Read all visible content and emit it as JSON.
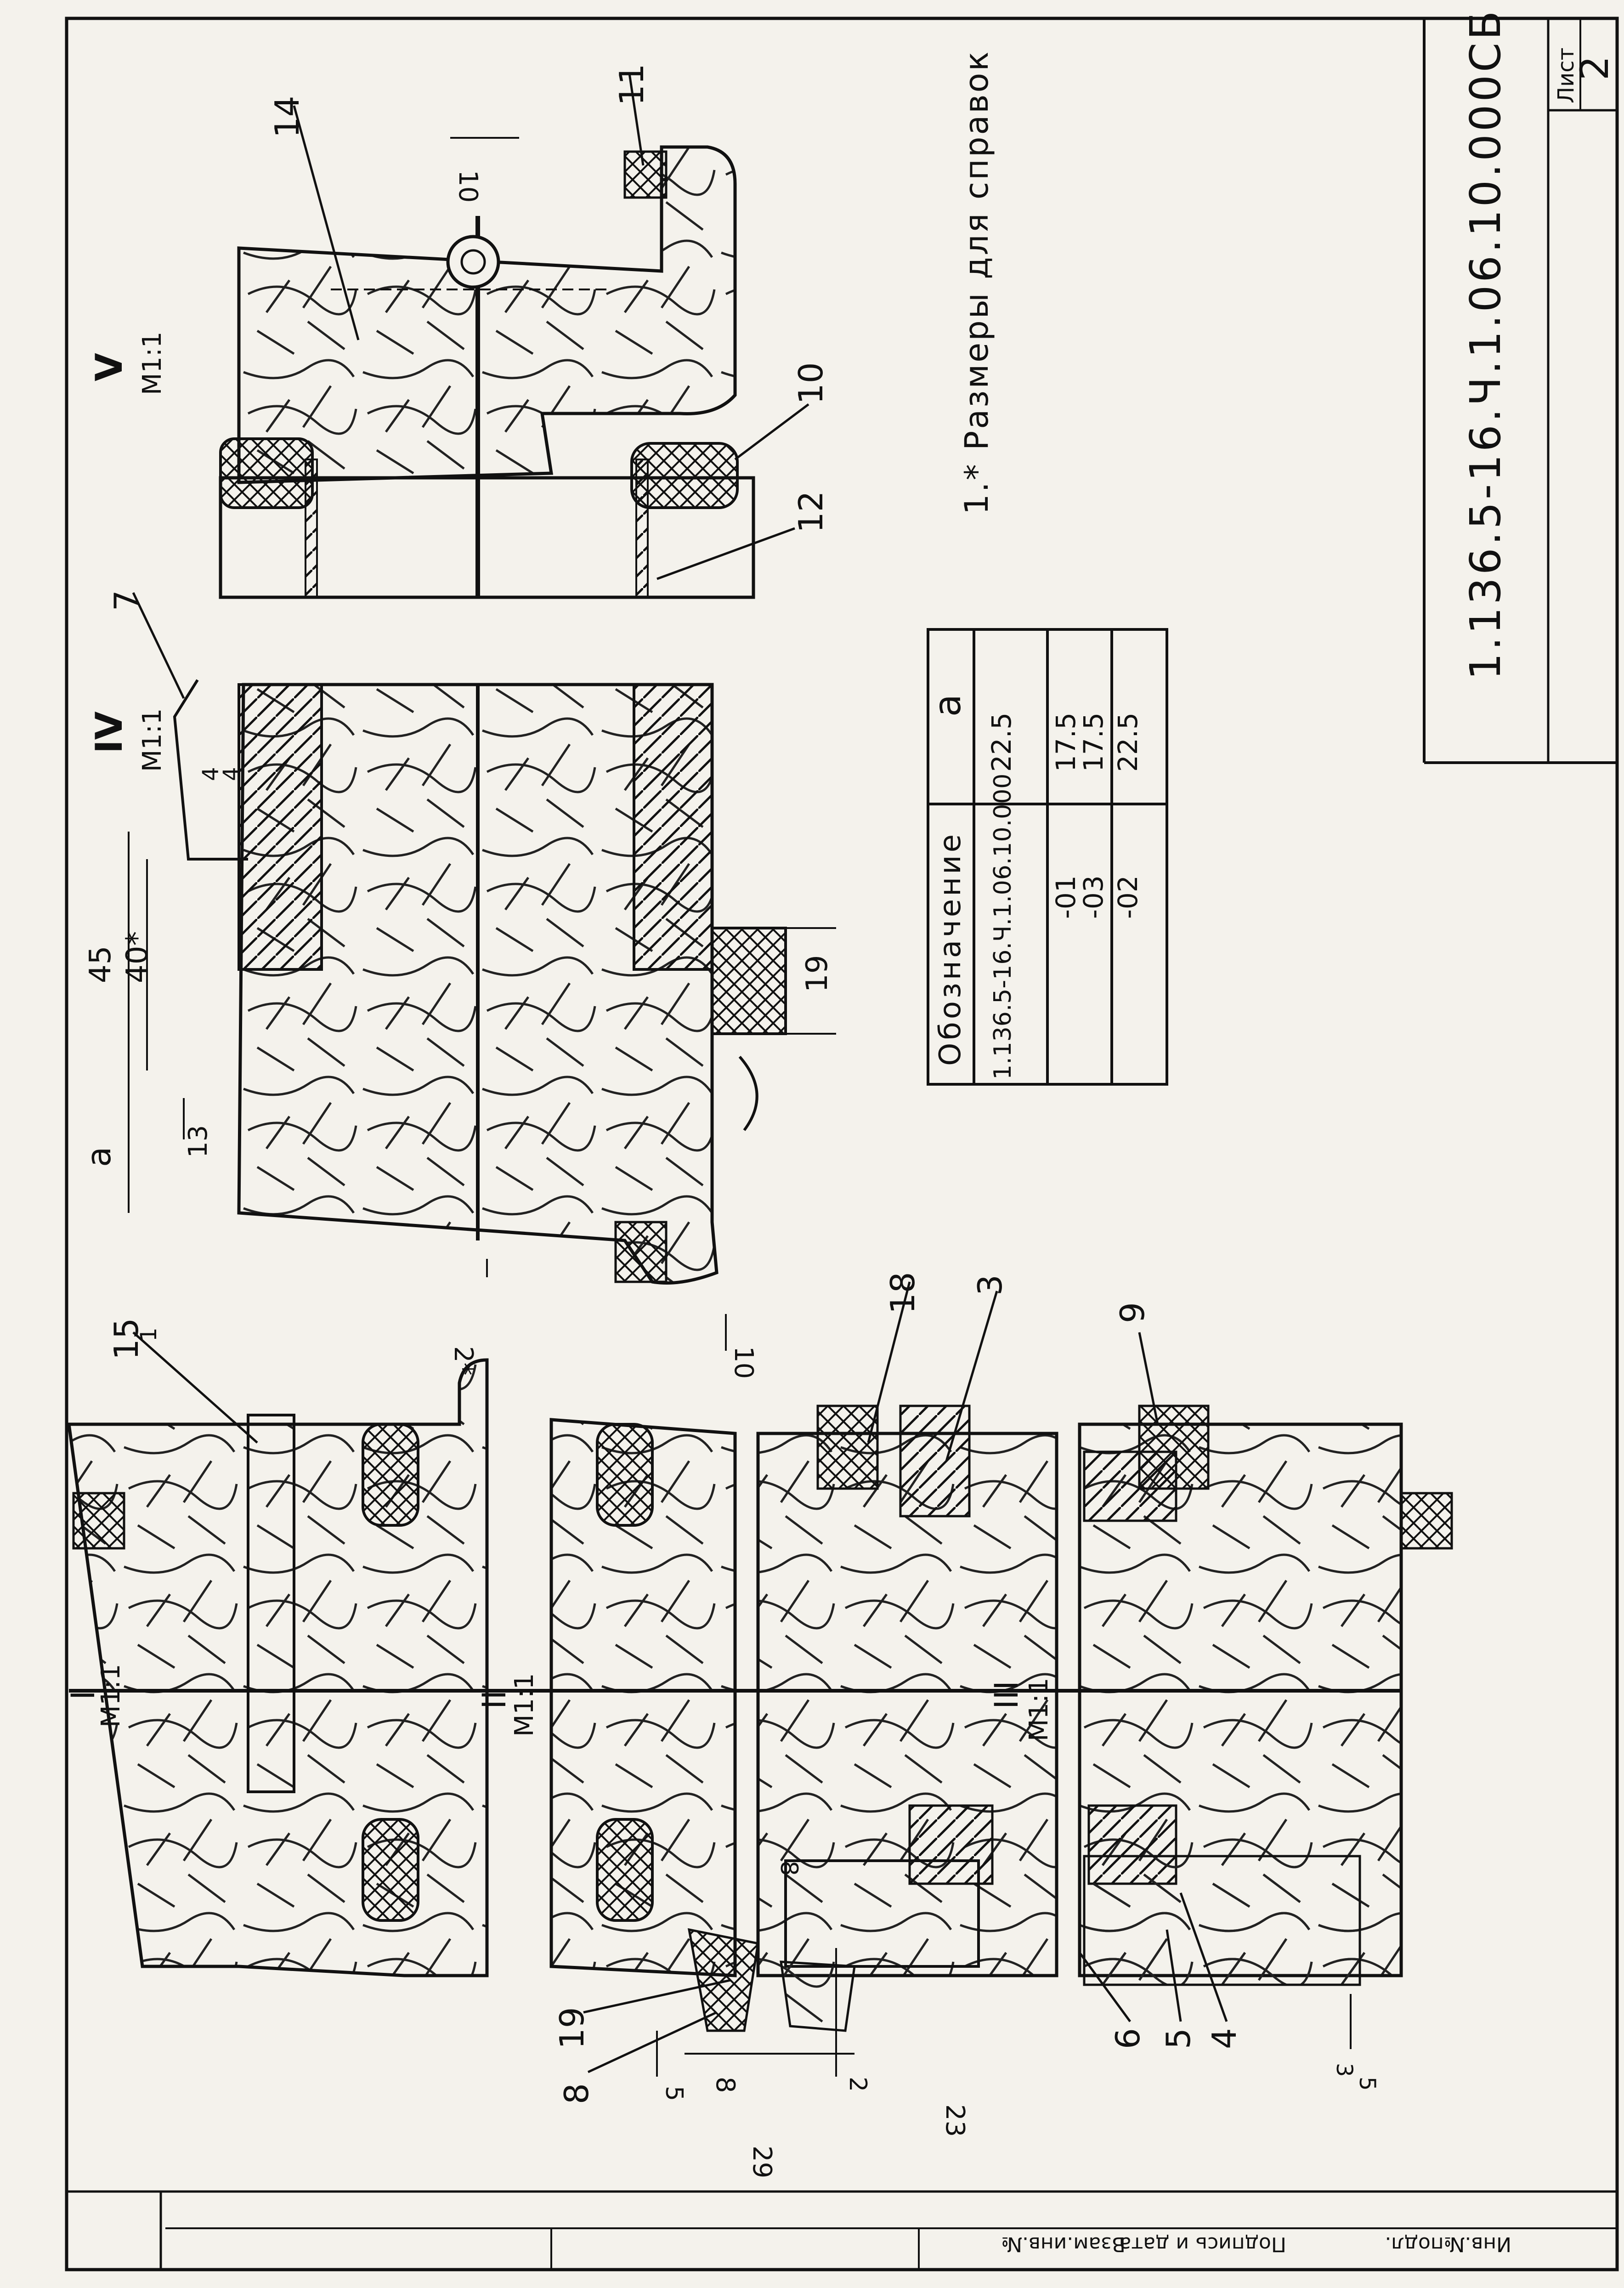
{
  "sheet": {
    "document_code": "1.136.5-16.Ч.1.06.10.000СБ",
    "sheet_label": "Лист",
    "sheet_number": "2"
  },
  "note": "1.* Размеры для справок",
  "views": {
    "v1": "I",
    "v2": "II",
    "v3": "III",
    "v4": "IV",
    "v5": "V",
    "scale": "M1:1"
  },
  "callouts": {
    "c3": "3",
    "c4": "4",
    "c5": "5",
    "c6": "6",
    "c7": "7",
    "c8": "8",
    "c9": "9",
    "c10": "10",
    "c11": "11",
    "c12": "12",
    "c14": "14",
    "c15": "15",
    "c18": "18",
    "c19": "19"
  },
  "dimensions": {
    "d45": "45",
    "d40s": "40*",
    "da": "a",
    "d13": "13",
    "d2s": "2*",
    "d10a": "10",
    "d10b": "10",
    "d19": "19",
    "d4a": "4",
    "d4b": "4",
    "d5a": "5",
    "d8a": "8",
    "d29": "29",
    "d2": "2",
    "d23": "23",
    "d8b": "8",
    "d3": "3",
    "d5b": "5",
    "d1": "1"
  },
  "table": {
    "headers": [
      "Обозначение",
      "a"
    ],
    "rows": [
      [
        "1.136.5-16.Ч.1.06.10.000",
        "22.5"
      ],
      [
        "-01",
        "17.5"
      ],
      [
        "-02",
        "22.5"
      ],
      [
        "-03",
        "17.5"
      ]
    ]
  },
  "stamp": {
    "col1": "Инв.№подл.",
    "col2": "Подпись и дата",
    "col3": "Взам.инв.№"
  }
}
